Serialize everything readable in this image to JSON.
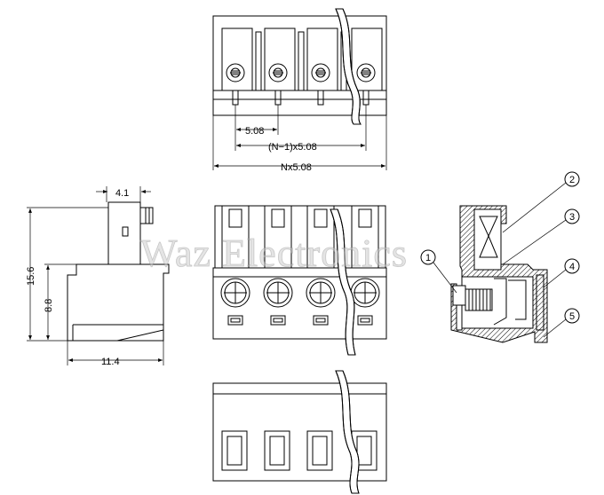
{
  "watermark": "Waz Electronics",
  "top_view": {
    "pitch_label": "5.08",
    "span_label": "(N−1)x5.08",
    "total_label": "Nx5.08"
  },
  "side_view": {
    "top_width_label": "4.1",
    "height_label": "15.6",
    "lower_height_label": "8.8",
    "depth_label": "11.4"
  },
  "section_view": {
    "callouts": [
      "1",
      "2",
      "3",
      "4",
      "5"
    ]
  }
}
